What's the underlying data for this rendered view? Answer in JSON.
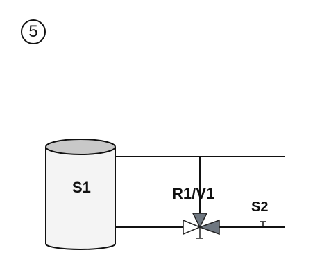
{
  "step_badge": "5",
  "tank": {
    "label": "S1"
  },
  "valve": {
    "label": "R1/V1"
  },
  "sensor": {
    "label": "S2"
  },
  "colors": {
    "line": "#111111",
    "tank_fill": "#f4f4f4",
    "tank_top": "#c8c8c8",
    "valve_active": "#6f7780",
    "valve_outline": "#222222",
    "frame": "#cfcfcf"
  }
}
